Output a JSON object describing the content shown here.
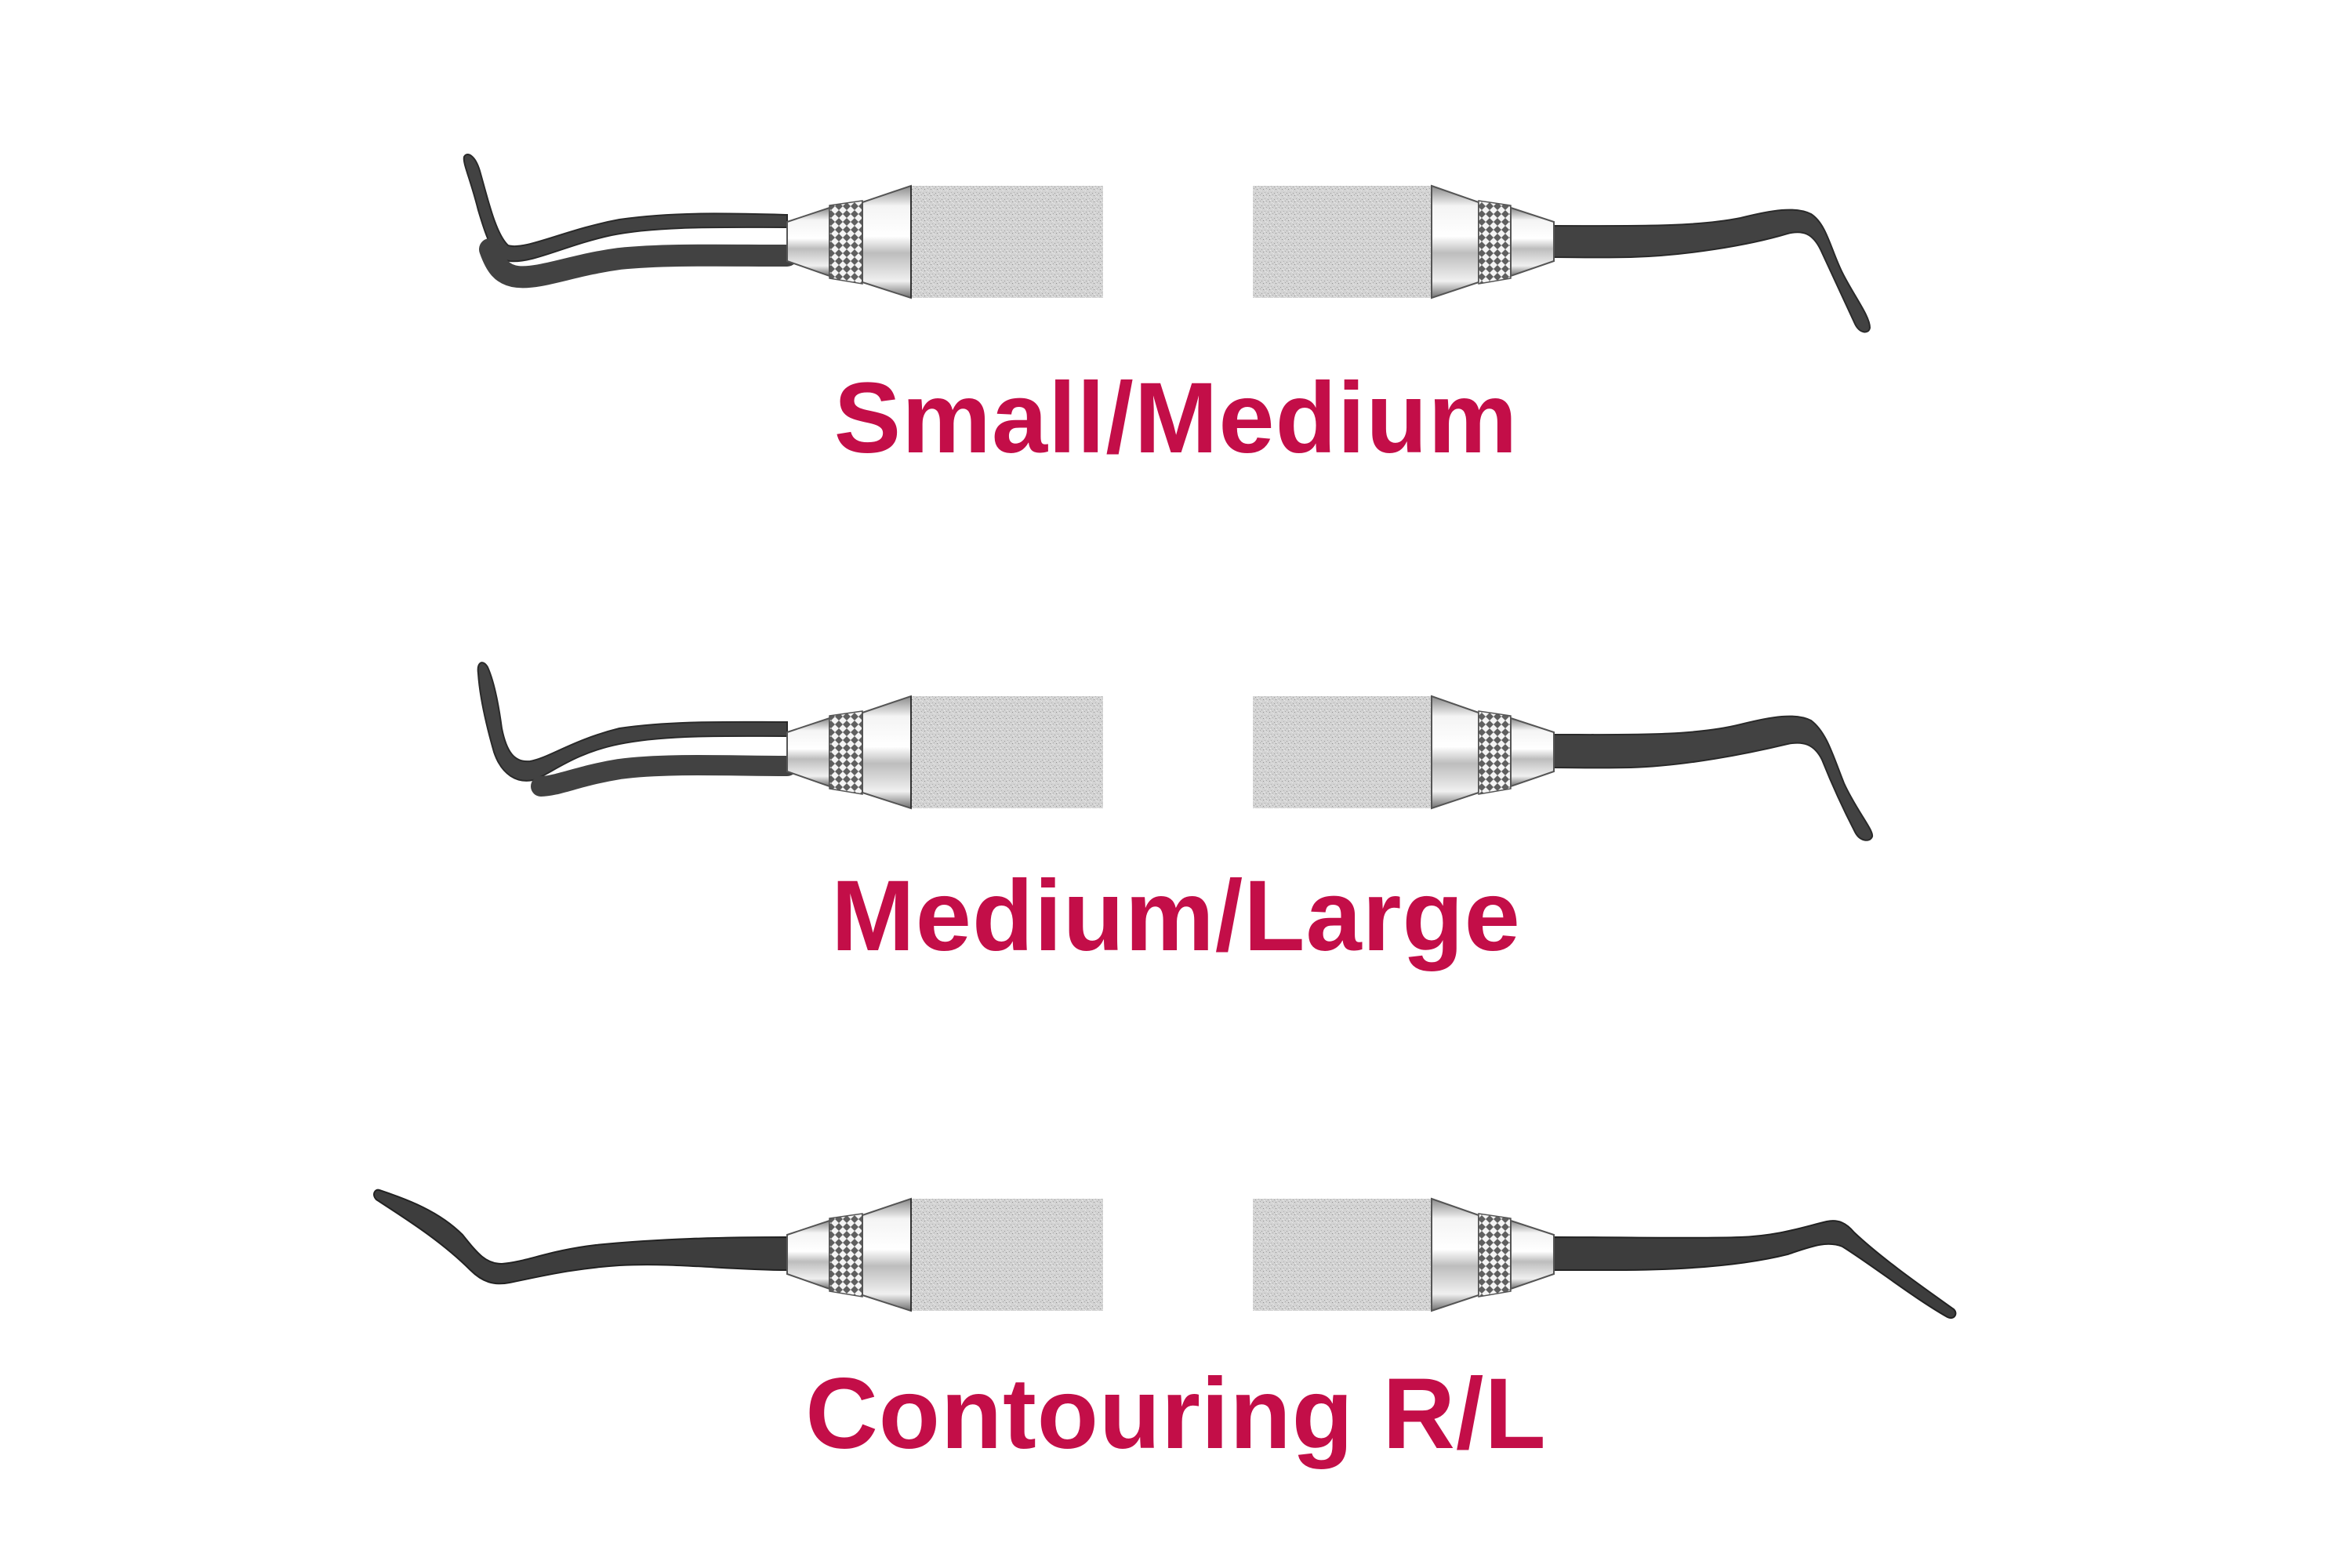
{
  "image": {
    "background": "#ffffff",
    "accent_color": "#C30E48",
    "shank_color": "#3f3f3f",
    "handle_color": "#cfcfcf"
  },
  "instruments": [
    {
      "label": "Small/Medium",
      "left_end": "tip-bent-up",
      "right_end": "tip-bent-down"
    },
    {
      "label": "Medium/Large",
      "left_end": "tip-bent-up",
      "right_end": "tip-bent-down"
    },
    {
      "label": "Contouring R/L",
      "left_end": "tip-serrated-angled",
      "right_end": "tip-angled-down"
    }
  ]
}
